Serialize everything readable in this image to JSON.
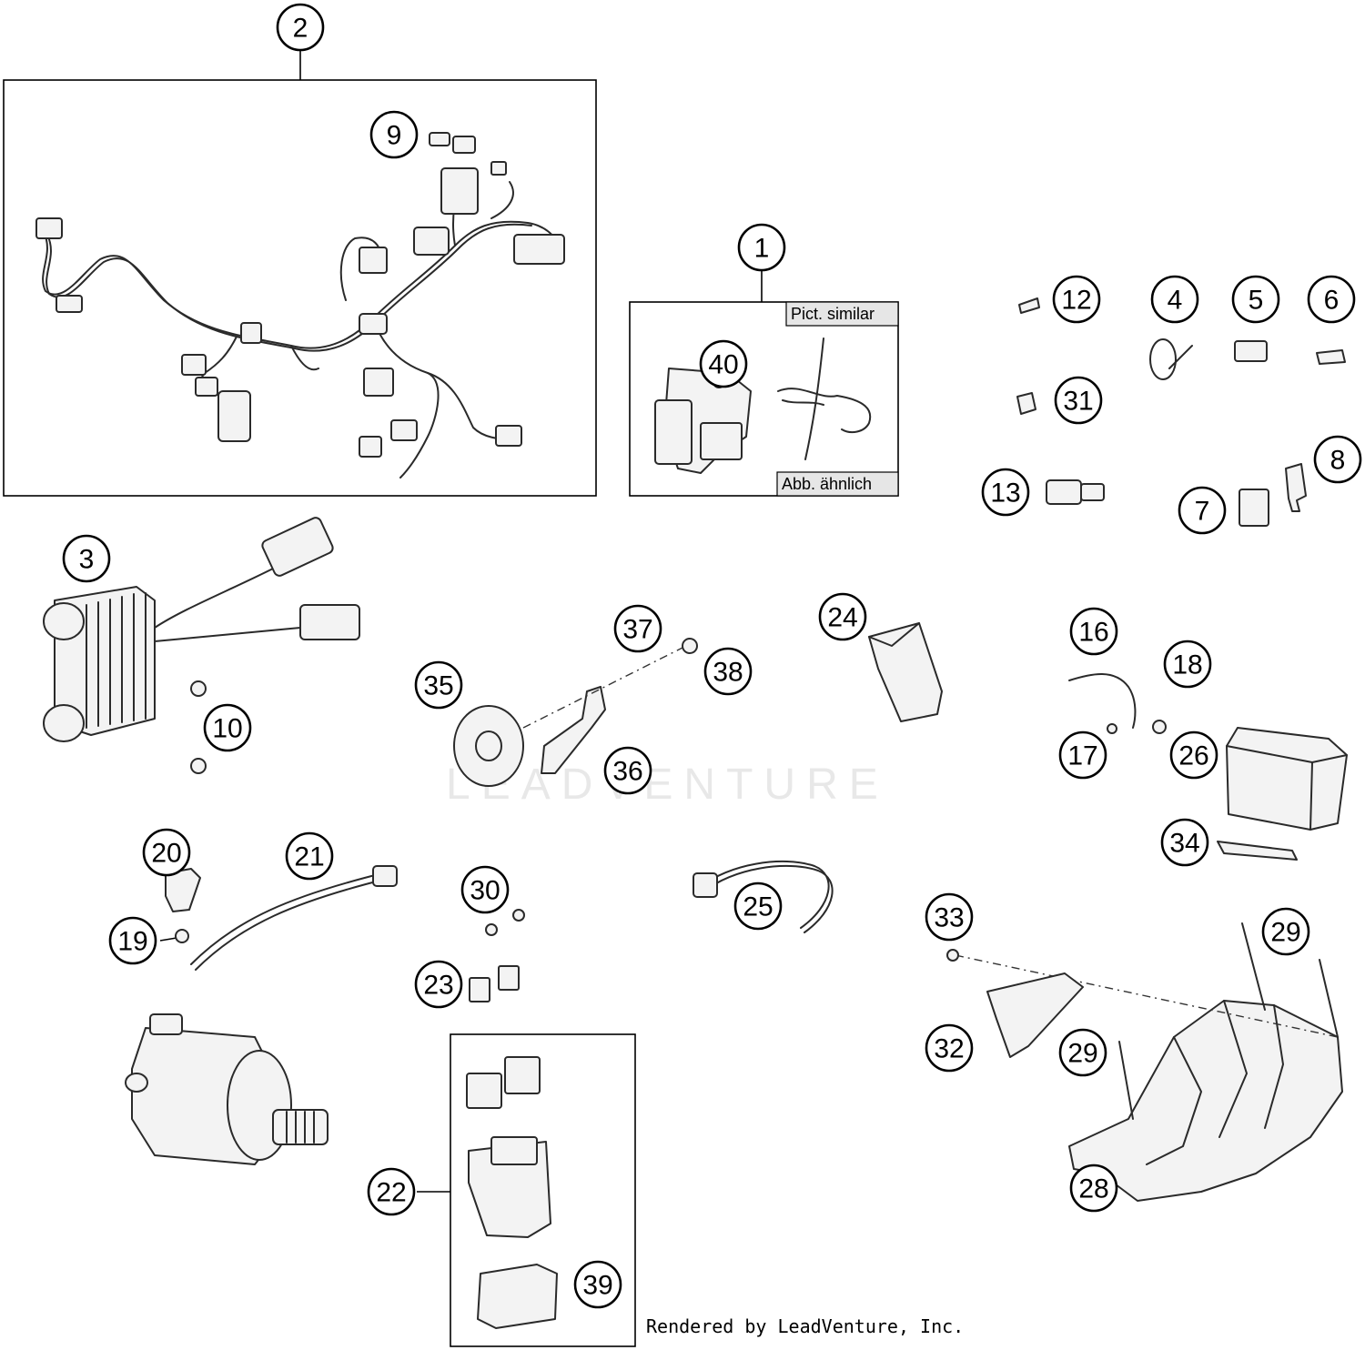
{
  "callouts": [
    {
      "label": "1"
    },
    {
      "label": "2"
    },
    {
      "label": "3"
    },
    {
      "label": "4"
    },
    {
      "label": "5"
    },
    {
      "label": "6"
    },
    {
      "label": "7"
    },
    {
      "label": "8"
    },
    {
      "label": "9"
    },
    {
      "label": "10"
    },
    {
      "label": "12"
    },
    {
      "label": "13"
    },
    {
      "label": "16"
    },
    {
      "label": "17"
    },
    {
      "label": "18"
    },
    {
      "label": "19"
    },
    {
      "label": "20"
    },
    {
      "label": "21"
    },
    {
      "label": "22"
    },
    {
      "label": "23"
    },
    {
      "label": "24"
    },
    {
      "label": "25"
    },
    {
      "label": "26"
    },
    {
      "label": "28"
    },
    {
      "label": "29"
    },
    {
      "label": "29"
    },
    {
      "label": "30"
    },
    {
      "label": "31"
    },
    {
      "label": "32"
    },
    {
      "label": "33"
    },
    {
      "label": "34"
    },
    {
      "label": "35"
    },
    {
      "label": "36"
    },
    {
      "label": "37"
    },
    {
      "label": "38"
    },
    {
      "label": "39"
    },
    {
      "label": "40"
    }
  ],
  "box_labels": {
    "top": "Pict. similar",
    "bottom": "Abb. ähnlich"
  },
  "watermark": "LEADVENTURE",
  "credit": "Rendered by LeadVenture, Inc."
}
